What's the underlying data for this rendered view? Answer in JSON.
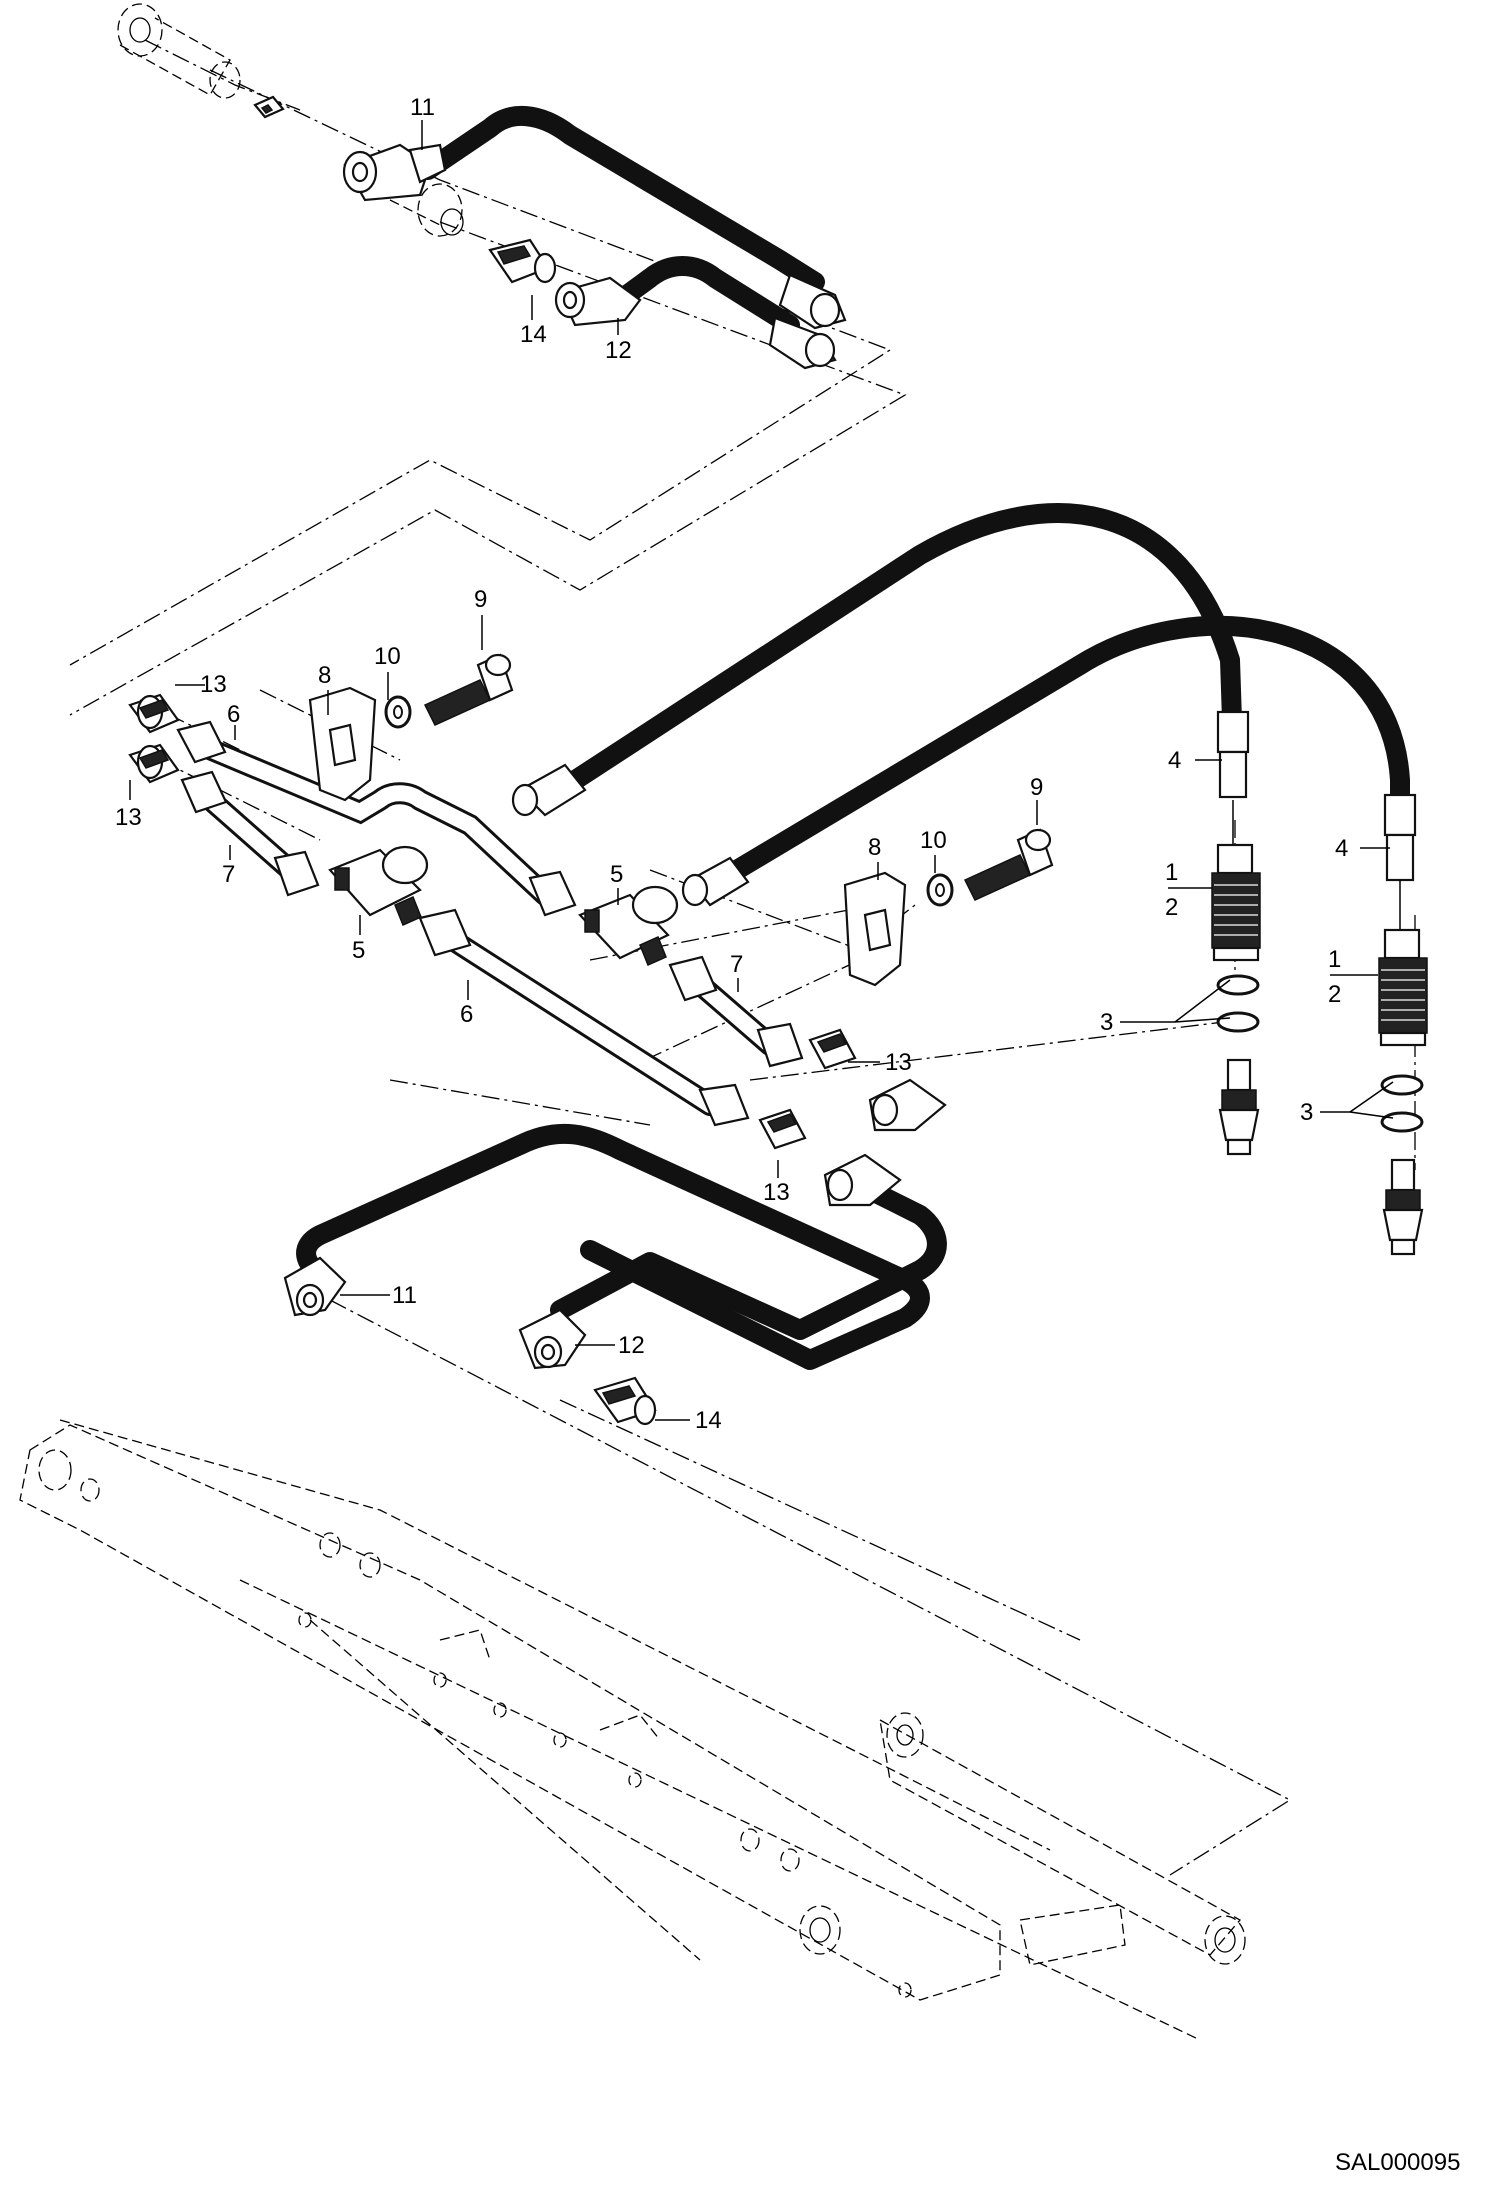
{
  "drawing_code": "SAL000095",
  "callouts": {
    "c1a": "1",
    "c2a": "2",
    "c1b": "1",
    "c2b": "2",
    "c3a": "3",
    "c3b": "3",
    "c4a": "4",
    "c4b": "4",
    "c5a": "5",
    "c5b": "5",
    "c6a": "6",
    "c6b": "6",
    "c7a": "7",
    "c7b": "7",
    "c8a": "8",
    "c8b": "8",
    "c9a": "9",
    "c9b": "9",
    "c10a": "10",
    "c10b": "10",
    "c11a": "11",
    "c11b": "11",
    "c12a": "12",
    "c12b": "12",
    "c13a": "13",
    "c13b": "13",
    "c13c": "13",
    "c13d": "13",
    "c14a": "14",
    "c14b": "14"
  }
}
